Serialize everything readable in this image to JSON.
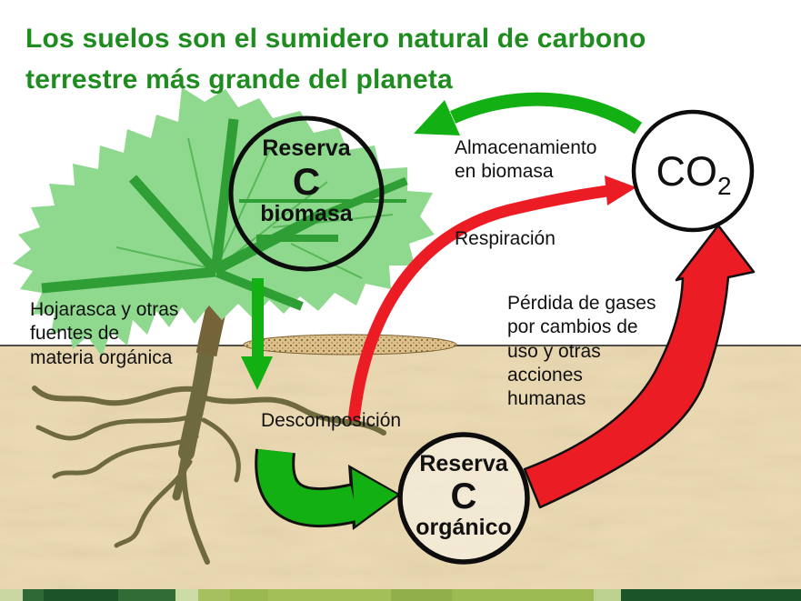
{
  "slide": {
    "title": "Los suelos son el sumidero natural de carbono\nterrestre más grande del planeta"
  },
  "labels": {
    "almacenamiento": "Almacenamiento\nen biomasa",
    "respiracion": "Respiración",
    "hojarasca": "Hojarasca y otras\nfuentes de\nmateria orgánica",
    "perdida": "Pérdida de gases\npor cambios de\nuso y otras\nacciones\nhumanas",
    "descomposicion": "Descomposición"
  },
  "nodes": {
    "biomass_reserve": {
      "line1": "Reserva",
      "line2": "C",
      "line3": "biomasa"
    },
    "organic_reserve": {
      "line1": "Reserva",
      "line2": "C",
      "line3": "orgánico"
    },
    "co2": {
      "main": "CO",
      "sub": "2"
    }
  },
  "colors": {
    "title_green": "#1e8c1e",
    "arrow_green": "#12b012",
    "arrow_red": "#ec1c24",
    "foliage": "#8fd98f",
    "branch": "#2f9e35",
    "vein": "#58b858",
    "trunk": "#6e693e",
    "soil_base": "#ead9b2",
    "circle_stroke": "#0d0d0d",
    "text_black": "#111111"
  },
  "footer_bar": {
    "segments": [
      {
        "width": 25,
        "color": "#c9d7a2"
      },
      {
        "width": 23,
        "color": "#2f6a36"
      },
      {
        "width": 82,
        "color": "#1c5427"
      },
      {
        "width": 63,
        "color": "#316b36"
      },
      {
        "width": 25,
        "color": "#cddca7"
      },
      {
        "width": 35,
        "color": "#a6c05f"
      },
      {
        "width": 42,
        "color": "#9ab94f"
      },
      {
        "width": 135,
        "color": "#a3bf58"
      },
      {
        "width": 67,
        "color": "#8fb04a"
      },
      {
        "width": 156,
        "color": "#9cbb52"
      },
      {
        "width": 30,
        "color": "#bcd08f"
      },
      {
        "width": 198,
        "color": "#1b5426"
      }
    ]
  }
}
